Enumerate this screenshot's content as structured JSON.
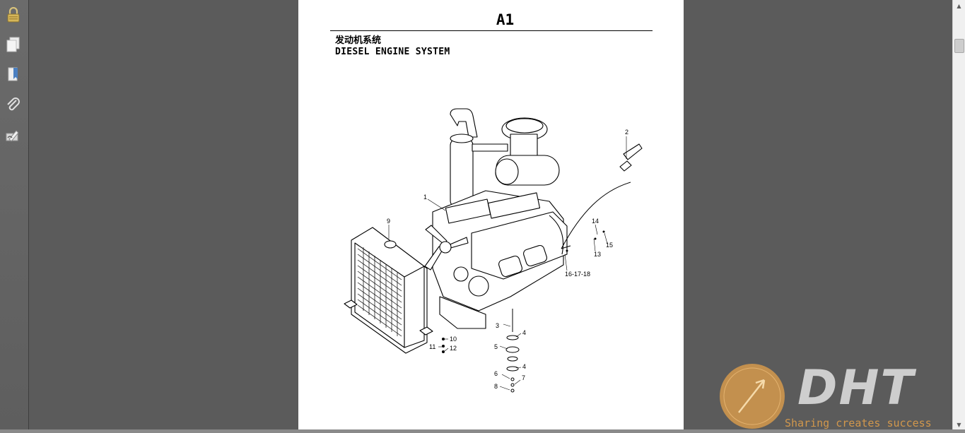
{
  "sidebar": {
    "tools": [
      {
        "icon": "lock-icon"
      },
      {
        "icon": "pages-icon"
      },
      {
        "icon": "bookmark-icon"
      },
      {
        "icon": "attachment-icon"
      },
      {
        "icon": "signature-icon"
      }
    ]
  },
  "document": {
    "title": "A1",
    "subtitle_cn": "发动机系统",
    "subtitle_en": "DIESEL ENGINE SYSTEM",
    "callouts": [
      "1",
      "2",
      "3",
      "4",
      "5",
      "4",
      "6",
      "7",
      "8",
      "9",
      "10",
      "11",
      "12",
      "13",
      "14",
      "15",
      "16-17-18"
    ]
  },
  "watermark": {
    "brand": "DHT",
    "tagline": "Sharing creates success",
    "accent": "#e6a24a"
  }
}
